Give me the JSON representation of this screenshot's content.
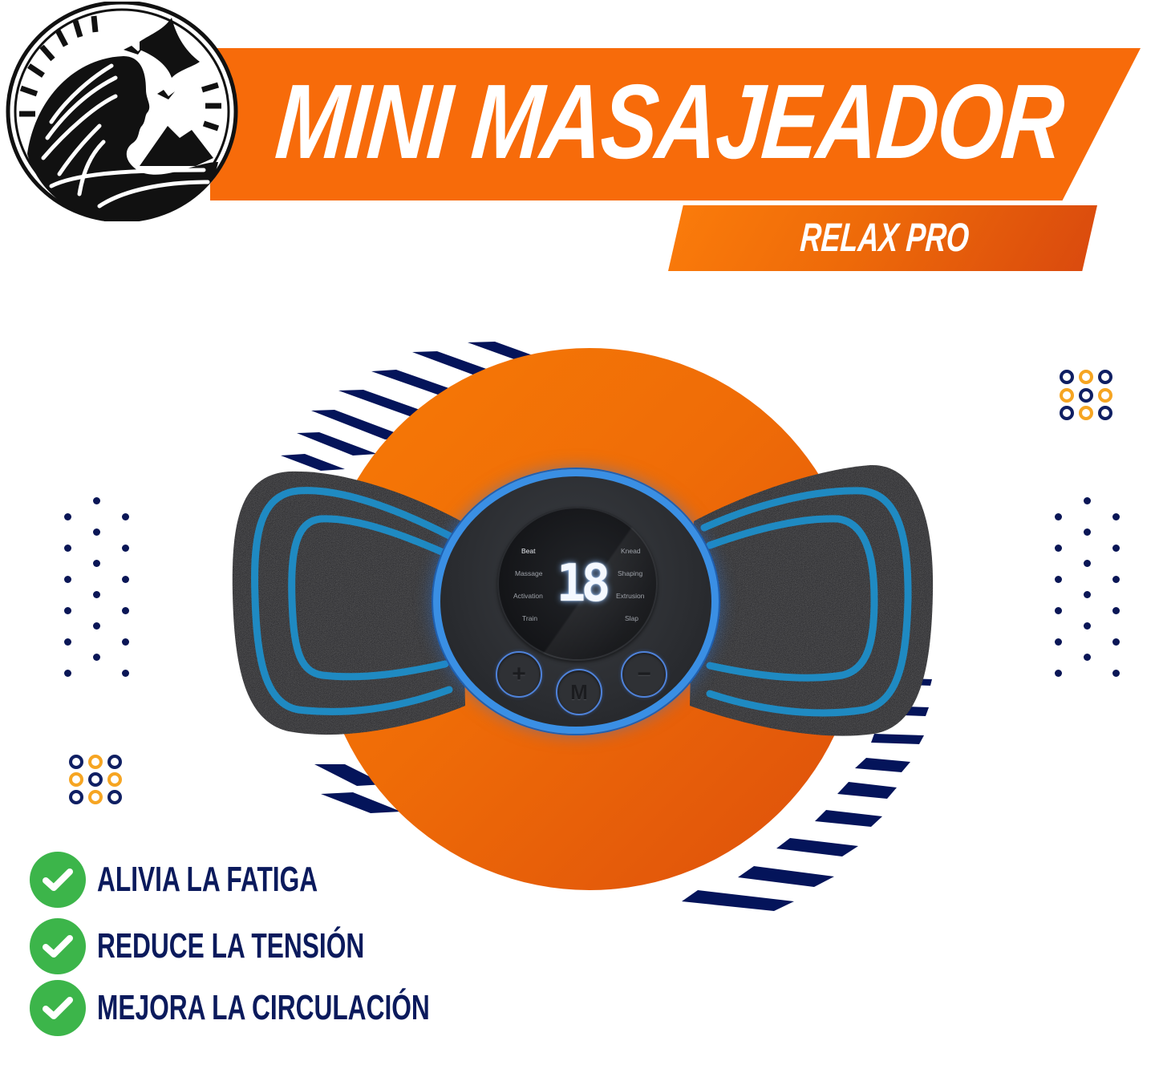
{
  "header": {
    "title": "MINI MASAJEADOR",
    "subtitle": "RELAX PRO",
    "logo_icon": "woman-profile-with-birds-logo-icon"
  },
  "device": {
    "display_value": "18",
    "modes_left": [
      "Beat",
      "Massage",
      "Activation",
      "Train"
    ],
    "modes_right": [
      "Knead",
      "Shaping",
      "Extrusion",
      "Slap"
    ],
    "active_mode": "Beat",
    "buttons": {
      "plus": "+",
      "mode": "M",
      "minus": "−"
    }
  },
  "benefits": [
    {
      "icon": "check-circle-icon",
      "label": "ALIVIA LA FATIGA"
    },
    {
      "icon": "check-circle-icon",
      "label": "REDUCE LA TENSIÓN"
    },
    {
      "icon": "check-circle-icon",
      "label": "MEJORA LA CIRCULACIÓN"
    }
  ],
  "colors": {
    "brand_orange": "#f76b0a",
    "navy": "#0a1656",
    "amber": "#f6a522",
    "check_green": "#3cb54a",
    "device_blue": "#3a8fe4"
  }
}
